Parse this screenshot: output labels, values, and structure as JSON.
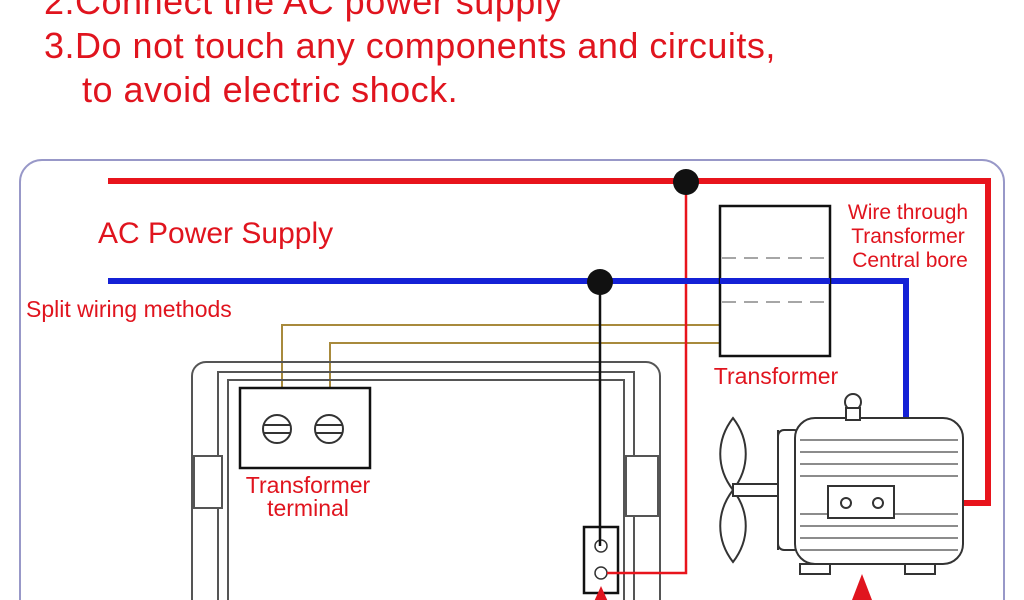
{
  "instructions": {
    "line_2": "2.Connect the AC power supply",
    "line_3": "3.Do not touch any components and circuits,",
    "line_3_cont": "to avoid electric shock."
  },
  "labels": {
    "ac_power_supply": "AC Power Supply",
    "split_wiring": "Split wiring methods",
    "wire_through_1": "Wire through",
    "wire_through_2": "Transformer",
    "wire_through_3": "Central bore",
    "transformer": "Transformer",
    "transformer_terminal_1": "Transformer",
    "transformer_terminal_2": "terminal"
  },
  "colors": {
    "live_wire": "#e8141c",
    "neutral_wire": "#1421d6",
    "signal_wire": "#a88a3c",
    "label_red": "#e0141e",
    "frame": "#9898c8"
  },
  "icons": [
    "screw-terminal-icon",
    "electric-motor-icon",
    "fan-blade-icon",
    "junction-dot-icon",
    "arrow-up-icon"
  ]
}
